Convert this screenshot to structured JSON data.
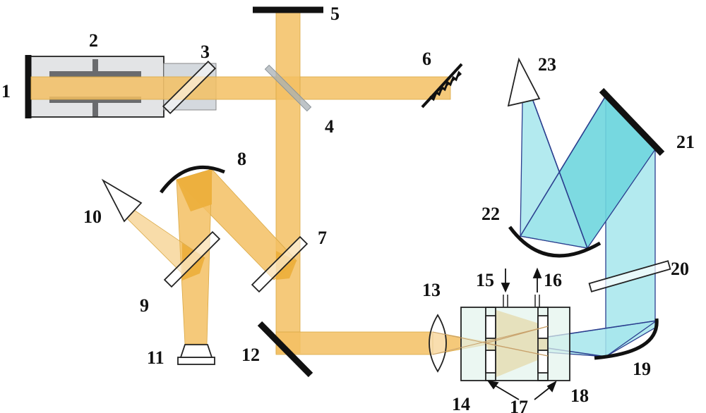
{
  "labels": {
    "c1": "1",
    "c2": "2",
    "c3": "3",
    "c4": "4",
    "c5": "5",
    "c6": "6",
    "c7": "7",
    "c8": "8",
    "c9": "9",
    "c10": "10",
    "c11": "11",
    "c12": "12",
    "c13": "13",
    "c14": "14",
    "c15": "15",
    "c16": "16",
    "c17": "17",
    "c18": "18",
    "c19": "19",
    "c20": "20",
    "c21": "21",
    "c22": "22",
    "c23": "23"
  },
  "colors": {
    "laser_beam": "#f3c063",
    "output_beam": "#a6e6ec",
    "ray_outline": "#2b3f8f",
    "optics": "#111111"
  }
}
